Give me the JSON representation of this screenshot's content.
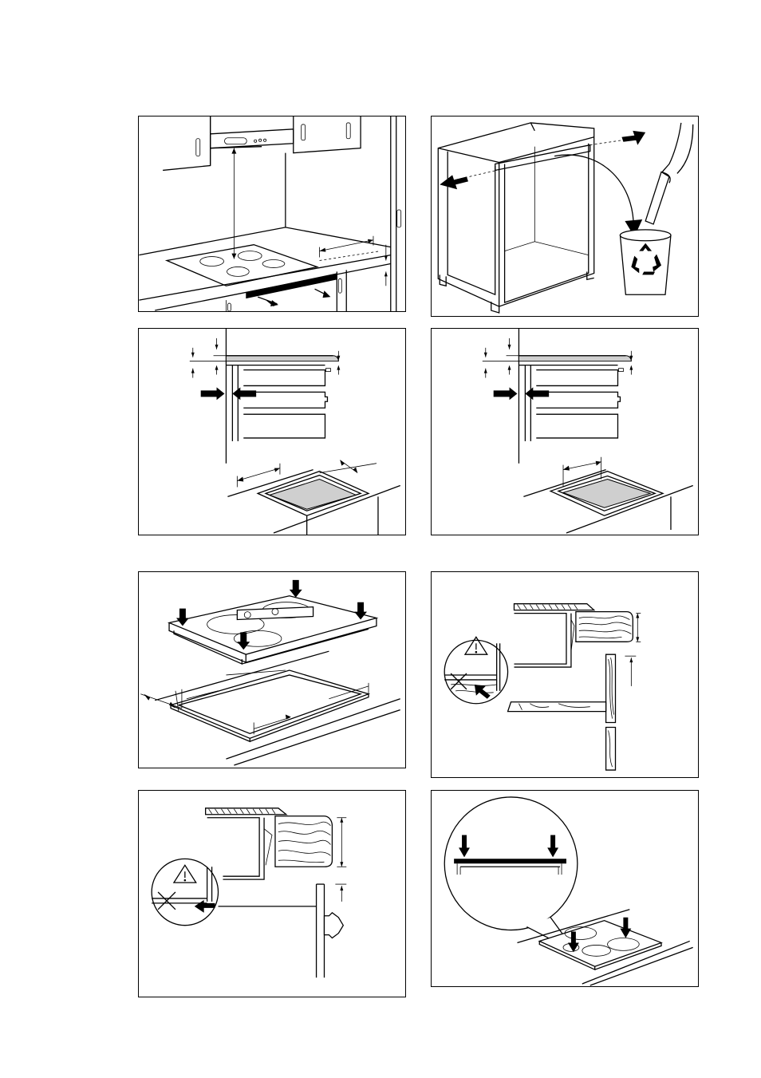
{
  "document": {
    "type": "installation-illustrations",
    "panel_count": 8
  },
  "panels": [
    {
      "id": "p1",
      "icon": "kitchen-hob-hood-clearance"
    },
    {
      "id": "p2",
      "icon": "cabinet-panel-removal-recycle"
    },
    {
      "id": "p3",
      "icon": "cutout-dimensions-with-drawers"
    },
    {
      "id": "p4",
      "icon": "cutout-dimensions-with-oven"
    },
    {
      "id": "p5",
      "icon": "hob-insertion-into-worktop"
    },
    {
      "id": "p6",
      "icon": "worktop-section-warning"
    },
    {
      "id": "p7",
      "icon": "worktop-section-warning-handle"
    },
    {
      "id": "p8",
      "icon": "hob-edge-press-detail"
    }
  ]
}
